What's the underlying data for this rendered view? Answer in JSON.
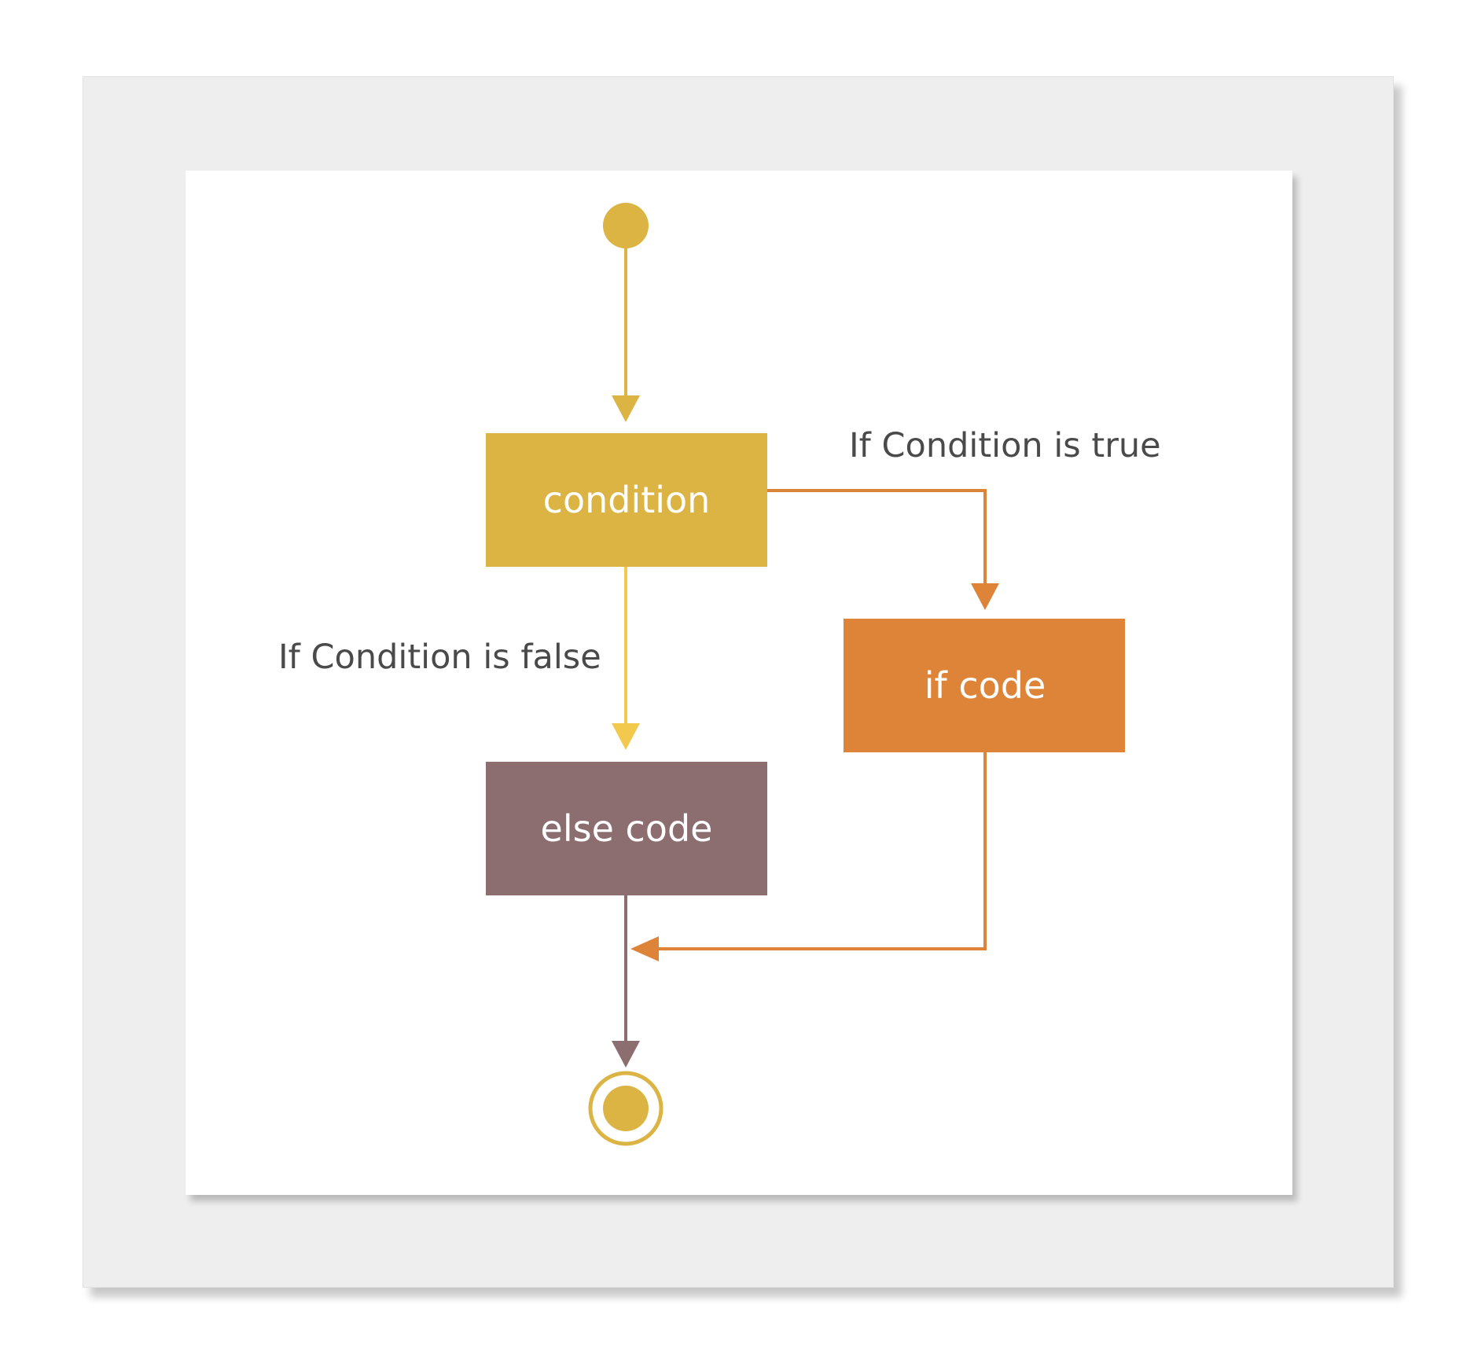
{
  "nodes": {
    "condition": {
      "label": "condition"
    },
    "if_code": {
      "label": "if code"
    },
    "else_code": {
      "label": "else code"
    }
  },
  "edge_labels": {
    "true_branch": "If Condition is true",
    "false_branch": "If Condition is false"
  },
  "colors": {
    "outer_background": "#eeeeee",
    "inner_background": "#ffffff",
    "condition_fill": "#dbb443",
    "if_code_fill": "#dd8438",
    "else_code_fill": "#8c6e70",
    "start_fill": "#dbb443",
    "end_fill": "#dbb443",
    "start_edge": "#dbb443",
    "false_edge": "#f3c94d",
    "true_edge": "#dd8438",
    "else_out_edge": "#8c6e70",
    "node_text": "#ffffff",
    "edge_label_text": "#4a4a4a"
  }
}
